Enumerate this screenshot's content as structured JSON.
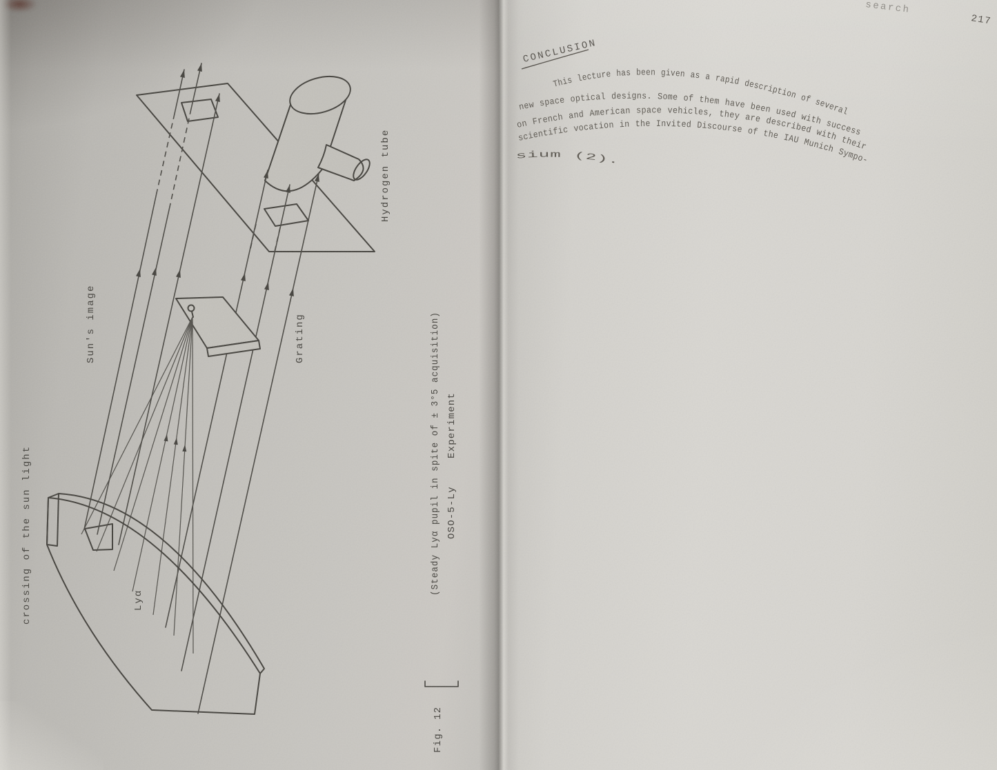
{
  "left_page": {
    "figure_labels": {
      "crossing_light": "crossing of the sun light",
      "suns_image": "Sun's image",
      "grating": "Grating",
      "hydrogen_tube": "Hydrogen tube",
      "lya": "Lyα"
    },
    "caption": {
      "fig_no": "Fig. 12",
      "title_1": "OSO-5-Ly",
      "title_2": "Experiment",
      "subtitle": "(Steady Lyα pupil in spite of ± 3°5 acquisition)"
    }
  },
  "right_page": {
    "running_header": "search",
    "page_number": "217",
    "heading": "CONCLUSION",
    "paragraph": [
      "This lecture has been given as a rapid description of several",
      "new space optical designs.  Some of them have been used with success",
      "on French and American space vehicles,  they are described with their",
      "scientific vocation in the Invited Discourse of the IAU Munich Sympo-",
      "sium (2)."
    ]
  },
  "colors": {
    "paper_left": "#c3c1bc",
    "paper_right": "#d6d4cf",
    "ink": "#45433e",
    "ink_right": "#5d5952"
  }
}
